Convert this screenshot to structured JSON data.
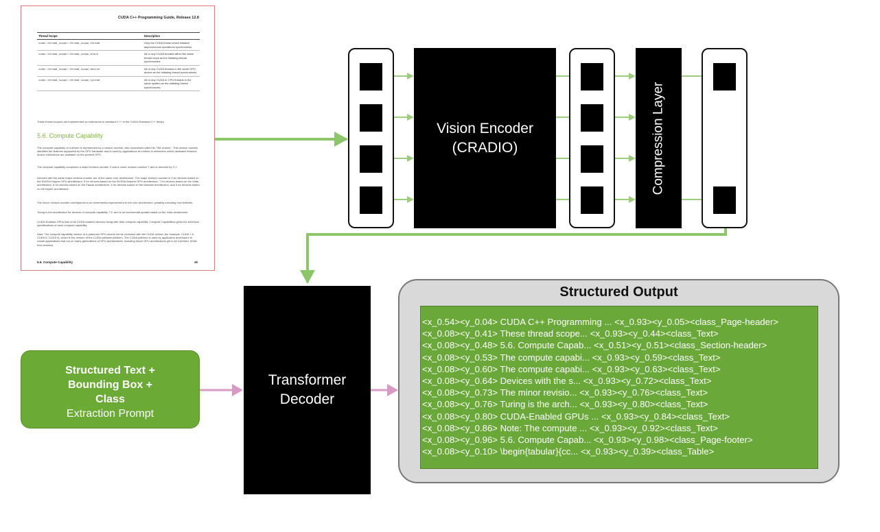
{
  "document": {
    "header": "CUDA C++ Programming Guide, Release 12.8",
    "table_headers": [
      "Thread Scope",
      "Description"
    ],
    "table_rows": [
      [
        "cuda::thread_scope::thread_scope_thread",
        "Only the CUDA thread which initiated asynchronous operations synchronizes."
      ],
      [
        "cuda::thread_scope::thread_scope_block",
        "All or any CUDA threads within the same thread block as the initiating thread synchronizes."
      ],
      [
        "cuda::thread_scope::thread_scope_device",
        "All or any CUDA threads in the same GPU device as the initiating thread synchronizes."
      ],
      [
        "cuda::thread_scope::thread_scope_system",
        "All or any CUDA or CPU threads in the same system as the initiating thread synchronizes."
      ]
    ],
    "after_table": "These thread scopes are implemented as extensions to standard C++ in the CUDA Standard C++ library.",
    "section_title": "5.6. Compute Capability",
    "para1": "The compute capability of a device is represented by a version number, also sometimes called its \"SM version\". This version number identifies the features supported by the GPU hardware and is used by applications at runtime to determine which hardware features and/or instructions are available on the present GPU.",
    "para2": "The compute capability comprises a major revision number X and a minor revision number Y and is denoted by X.Y.",
    "para3": "Devices with the same major revision number are of the same core architecture. The major revision number is 9 for devices based on the NVIDIA Hopper GPU architecture, 8 for devices based on the NVIDIA Ampere GPU architecture, 7 for devices based on the Volta architecture, 6 for devices based on the Pascal architecture, 5 for devices based on the Maxwell architecture, and 3 for devices based on the Kepler architecture.",
    "para4": "The minor revision number corresponds to an incremental improvement to the core architecture, possibly including new features.",
    "para5": "Turing is the architecture for devices of compute capability 7.5, and is an incremental update based on the Volta architecture.",
    "para6": "CUDA-Enabled GPUs lists of all CUDA-enabled devices along with their compute capability. Compute Capabilities gives the technical specifications of each compute capability.",
    "note": "Note: The compute capability version of a particular GPU should not be confused with the CUDA version (for example, CUDA 7.5, CUDA 8, CUDA 9), which is the version of the CUDA software platform. The CUDA platform is used by application developers to create applications that run on many generations of GPU architectures, including future GPU architectures yet to be invented. While new versions",
    "footer_left": "5.6. Compute Capability",
    "footer_right": "19"
  },
  "vision_encoder": {
    "line1": "Vision Encoder",
    "line2": "(CRADIO)"
  },
  "compression_layer": "Compression Layer",
  "transformer_decoder": {
    "line1": "Transformer",
    "line2": "Decoder"
  },
  "prompt": {
    "line1": "Structured Text +",
    "line2": "Bounding Box +",
    "line3": "Class",
    "line4": "Extraction Prompt"
  },
  "output": {
    "title": "Structured Output",
    "lines": [
      "<x_0.54><y_0.04> CUDA C++ Programming ... <x_0.93><y_0.05><class_Page-header>",
      "<x_0.08><y_0.41> These thread scope... <x_0.93><y_0.44><class_Text>",
      "<x_0.08><y_0.48> 5.6. Compute Capab... <x_0.51><y_0.51><class_Section-header>",
      "<x_0.08><y_0.53> The compute capabi... <x_0.93><y_0.59><class_Text>",
      "<x_0.08><y_0.60> The compute capabi... <x_0.93><y_0.63><class_Text>",
      "<x_0.08><y_0.64> Devices with the s... <x_0.93><y_0.72><class_Text>",
      "<x_0.08><y_0.73> The minor revisio... <x_0.93><y_0.76><class_Text>",
      "<x_0.08><y_0.76> Turing is the arch... <x_0.93><y_0.80><class_Text>",
      "<x_0.08><y_0.80> CUDA-Enabled GPUs ... <x_0.93><y_0.84><class_Text>",
      "<x_0.08><y_0.86> Note: The compute ... <x_0.93><y_0.92><class_Text>",
      "<x_0.08><y_0.96> 5.6. Compute Capab... <x_0.93><y_0.98><class_Page-footer>",
      "<x_0.08><y_0.10> \\begin{tabular}{cc... <x_0.93><y_0.39><class_Table>"
    ]
  },
  "colors": {
    "green_arrow": "#9ccc7c",
    "pink_arrow": "#d89ac4",
    "accent_green": "#6aa83a",
    "doc_border": "#e07a7a"
  }
}
